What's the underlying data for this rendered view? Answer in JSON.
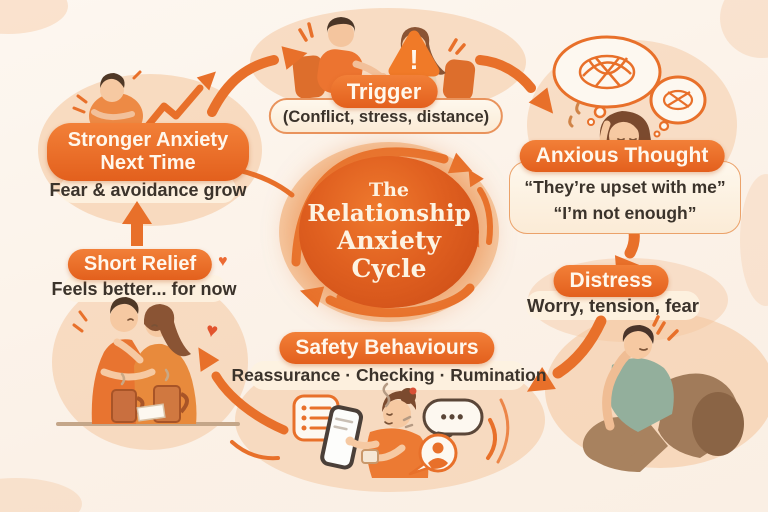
{
  "title": {
    "prefix": "The",
    "line1": "Relationship",
    "line2": "Anxiety",
    "line3": "Cycle"
  },
  "stages": {
    "trigger": {
      "label": "Trigger",
      "sublabel": "(Conflict, stress, distance)"
    },
    "anxious_thought": {
      "label": "Anxious Thought",
      "quote1": "“They’re upset with me”",
      "quote2": "“I’m not enough”"
    },
    "distress": {
      "label": "Distress",
      "sublabel": "Worry, tension, fear"
    },
    "safety_behaviours": {
      "label": "Safety Behaviours",
      "sublabel": "Reassurance · Checking · Rumination"
    },
    "short_relief": {
      "label": "Short Relief",
      "sublabel": "Feels better... for now"
    },
    "stronger_anxiety": {
      "label_line1": "Stronger Anxiety",
      "label_line2": "Next Time",
      "sublabel": "Fear & avoidance grow"
    }
  },
  "icons": {
    "warning": "!",
    "heart": "♥",
    "chat_dots": "•••"
  },
  "colors": {
    "badge_orange": "#E8661F",
    "arrow_orange": "#E8702A",
    "circle_orange": "#DD5B1E",
    "background_cream": "#FBF2E9",
    "text_dark": "#3B332B"
  }
}
